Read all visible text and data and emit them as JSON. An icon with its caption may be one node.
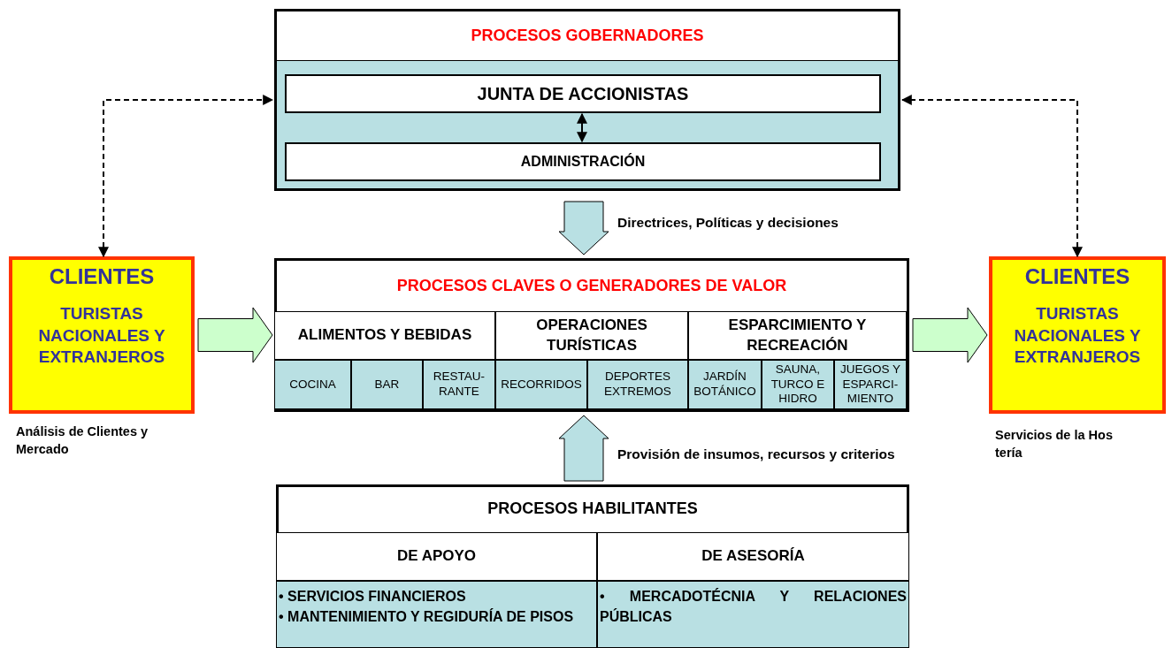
{
  "diagram": {
    "nodes": [
      {
        "text": [
          "PROCESOS GOBERNADORES"
        ]
      },
      {
        "text": [
          "JUNTA DE ACCIONISTAS"
        ],
        "in": 0
      },
      {
        "text": [
          "ADMINISTRACIÓN"
        ],
        "in": 0
      },
      {
        "text": [
          "CLIENTES",
          "TURISTAS NACIONALES Y EXTRANJEROS"
        ],
        "beside": [
          "Análisis de Clientes y Mercado"
        ]
      },
      {
        "text": [
          "PROCESOS CLAVES O GENERADORES DE VALOR"
        ]
      },
      {
        "text": [
          "ALIMENTOS Y BEBIDAS"
        ],
        "in": 4
      },
      {
        "text": [
          "OPERACIONES TURÍSTICAS"
        ],
        "in": 4
      },
      {
        "text": [
          "ESPARCIMIENTO Y RECREACIÓN"
        ],
        "in": 4
      },
      {
        "text": [
          "COCINA"
        ],
        "in": 4
      },
      {
        "text": [
          "BAR"
        ],
        "in": 4
      },
      {
        "text": [
          "RESTAU-RANTE"
        ],
        "in": 4
      },
      {
        "text": [
          "RECORRIDOS"
        ],
        "in": 4
      },
      {
        "text": [
          "DEPORTES EXTREMOS"
        ],
        "in": 4
      },
      {
        "text": [
          "JARDÍN BOTÁNICO"
        ],
        "in": 4
      },
      {
        "text": [
          "SAUNA, TURCO E HIDRO"
        ],
        "in": 4
      },
      {
        "text": [
          "JUEGOS Y ESPARCI-MIENTO"
        ],
        "in": 4
      },
      {
        "text": [
          "CLIENTES",
          "TURISTAS NACIONALES Y EXTRANJEROS"
        ],
        "beside": [
          "Servicios de la Hos tería"
        ]
      },
      {
        "text": [
          "PROCESOS HABILITANTES"
        ]
      },
      {
        "text": [
          "DE APOYO"
        ],
        "in": 17
      },
      {
        "text": [
          "• SERVICIOS FINANCIEROS",
          "• MANTENIMIENTO Y REGIDURÍA DE PISOS"
        ],
        "in": 17
      },
      {
        "text": [
          "DE ASESORÍA"
        ],
        "in": 17
      },
      {
        "text": [
          "• MERCADOTÉCNIA Y RELACIONES PÚBLICAS"
        ],
        "in": 17
      }
    ],
    "edges": [
      {
        "from": 1,
        "to": 2,
        "arrow": "both"
      },
      {
        "from": 3,
        "to": 0,
        "arrow": "both",
        "style": "dashed"
      },
      {
        "from": 16,
        "to": 0,
        "arrow": "both",
        "style": "dashed"
      },
      {
        "from": 0,
        "to": 4,
        "arrow": "to",
        "style": "thick",
        "label": "Directrices, Políticas y decisiones"
      },
      {
        "from": 3,
        "to": 4,
        "arrow": "to",
        "style": "thick"
      },
      {
        "from": 4,
        "to": 16,
        "arrow": "to",
        "style": "thick"
      },
      {
        "from": 17,
        "to": 4,
        "arrow": "to",
        "style": "thick",
        "label": "Provisión de insumos, recursos y criterios"
      }
    ]
  }
}
